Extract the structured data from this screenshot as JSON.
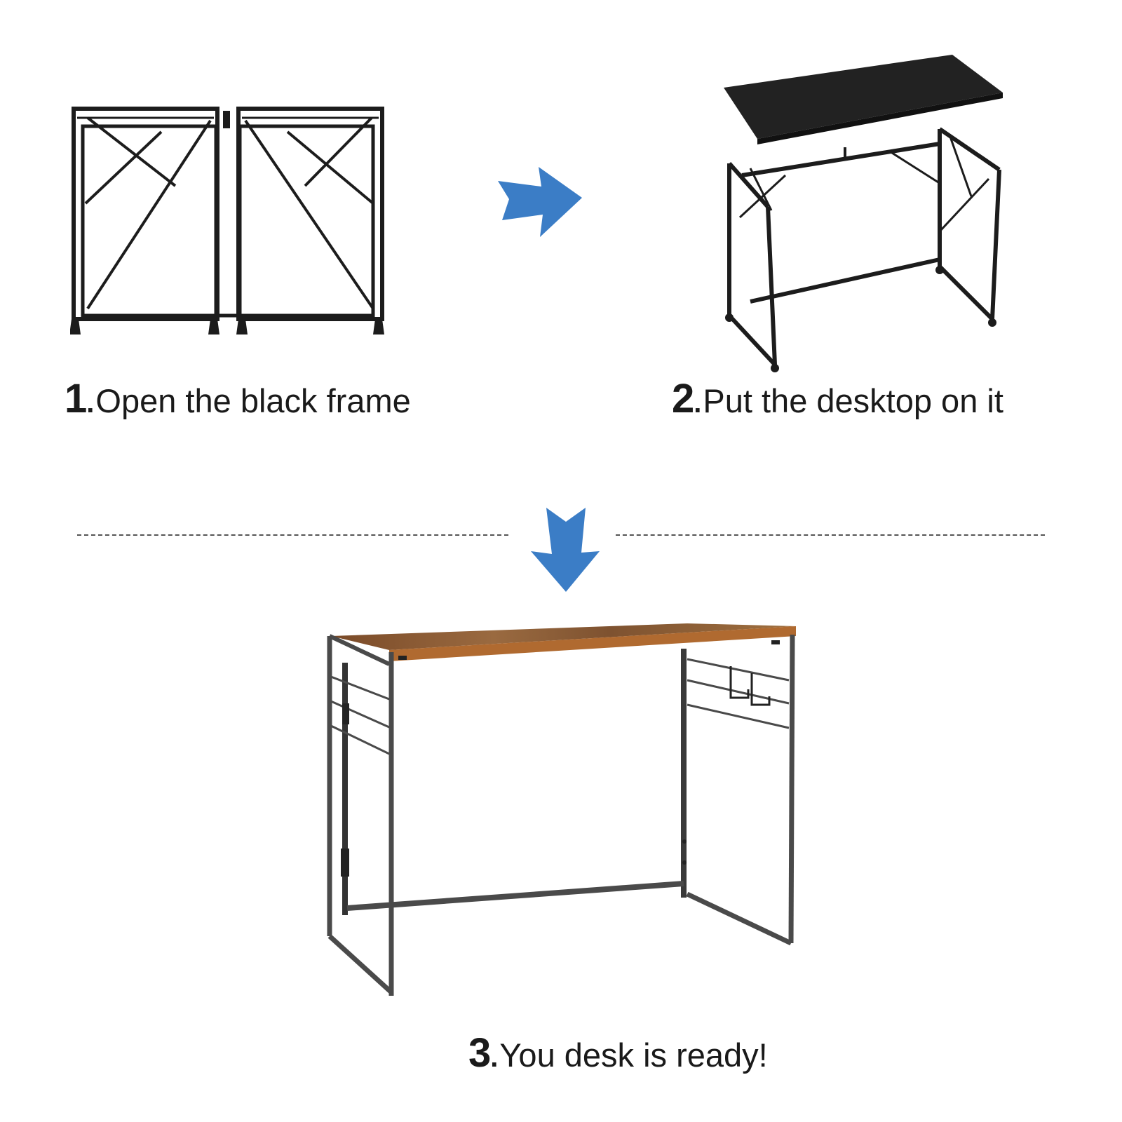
{
  "steps": [
    {
      "number": "1",
      "separator": ".",
      "text": "Open the black frame",
      "image": "folded-black-frame"
    },
    {
      "number": "2",
      "separator": ".",
      "text": "Put the desktop on it",
      "image": "frame-with-black-desktop"
    },
    {
      "number": "3",
      "separator": ".",
      "text": "You desk is ready!",
      "image": "assembled-rustic-desk"
    }
  ],
  "arrows": [
    {
      "name": "arrow-right-icon",
      "direction": "right",
      "color": "#3b7dc6"
    },
    {
      "name": "arrow-down-icon",
      "direction": "down",
      "color": "#3b7dc6"
    }
  ],
  "colors": {
    "arrow": "#3b7dc6",
    "frame": "#1c1c1c",
    "frame_gray": "#4a4a4a",
    "desktop_black": "#222222",
    "wood": "#8a5a32",
    "text": "#1a1a1a"
  }
}
